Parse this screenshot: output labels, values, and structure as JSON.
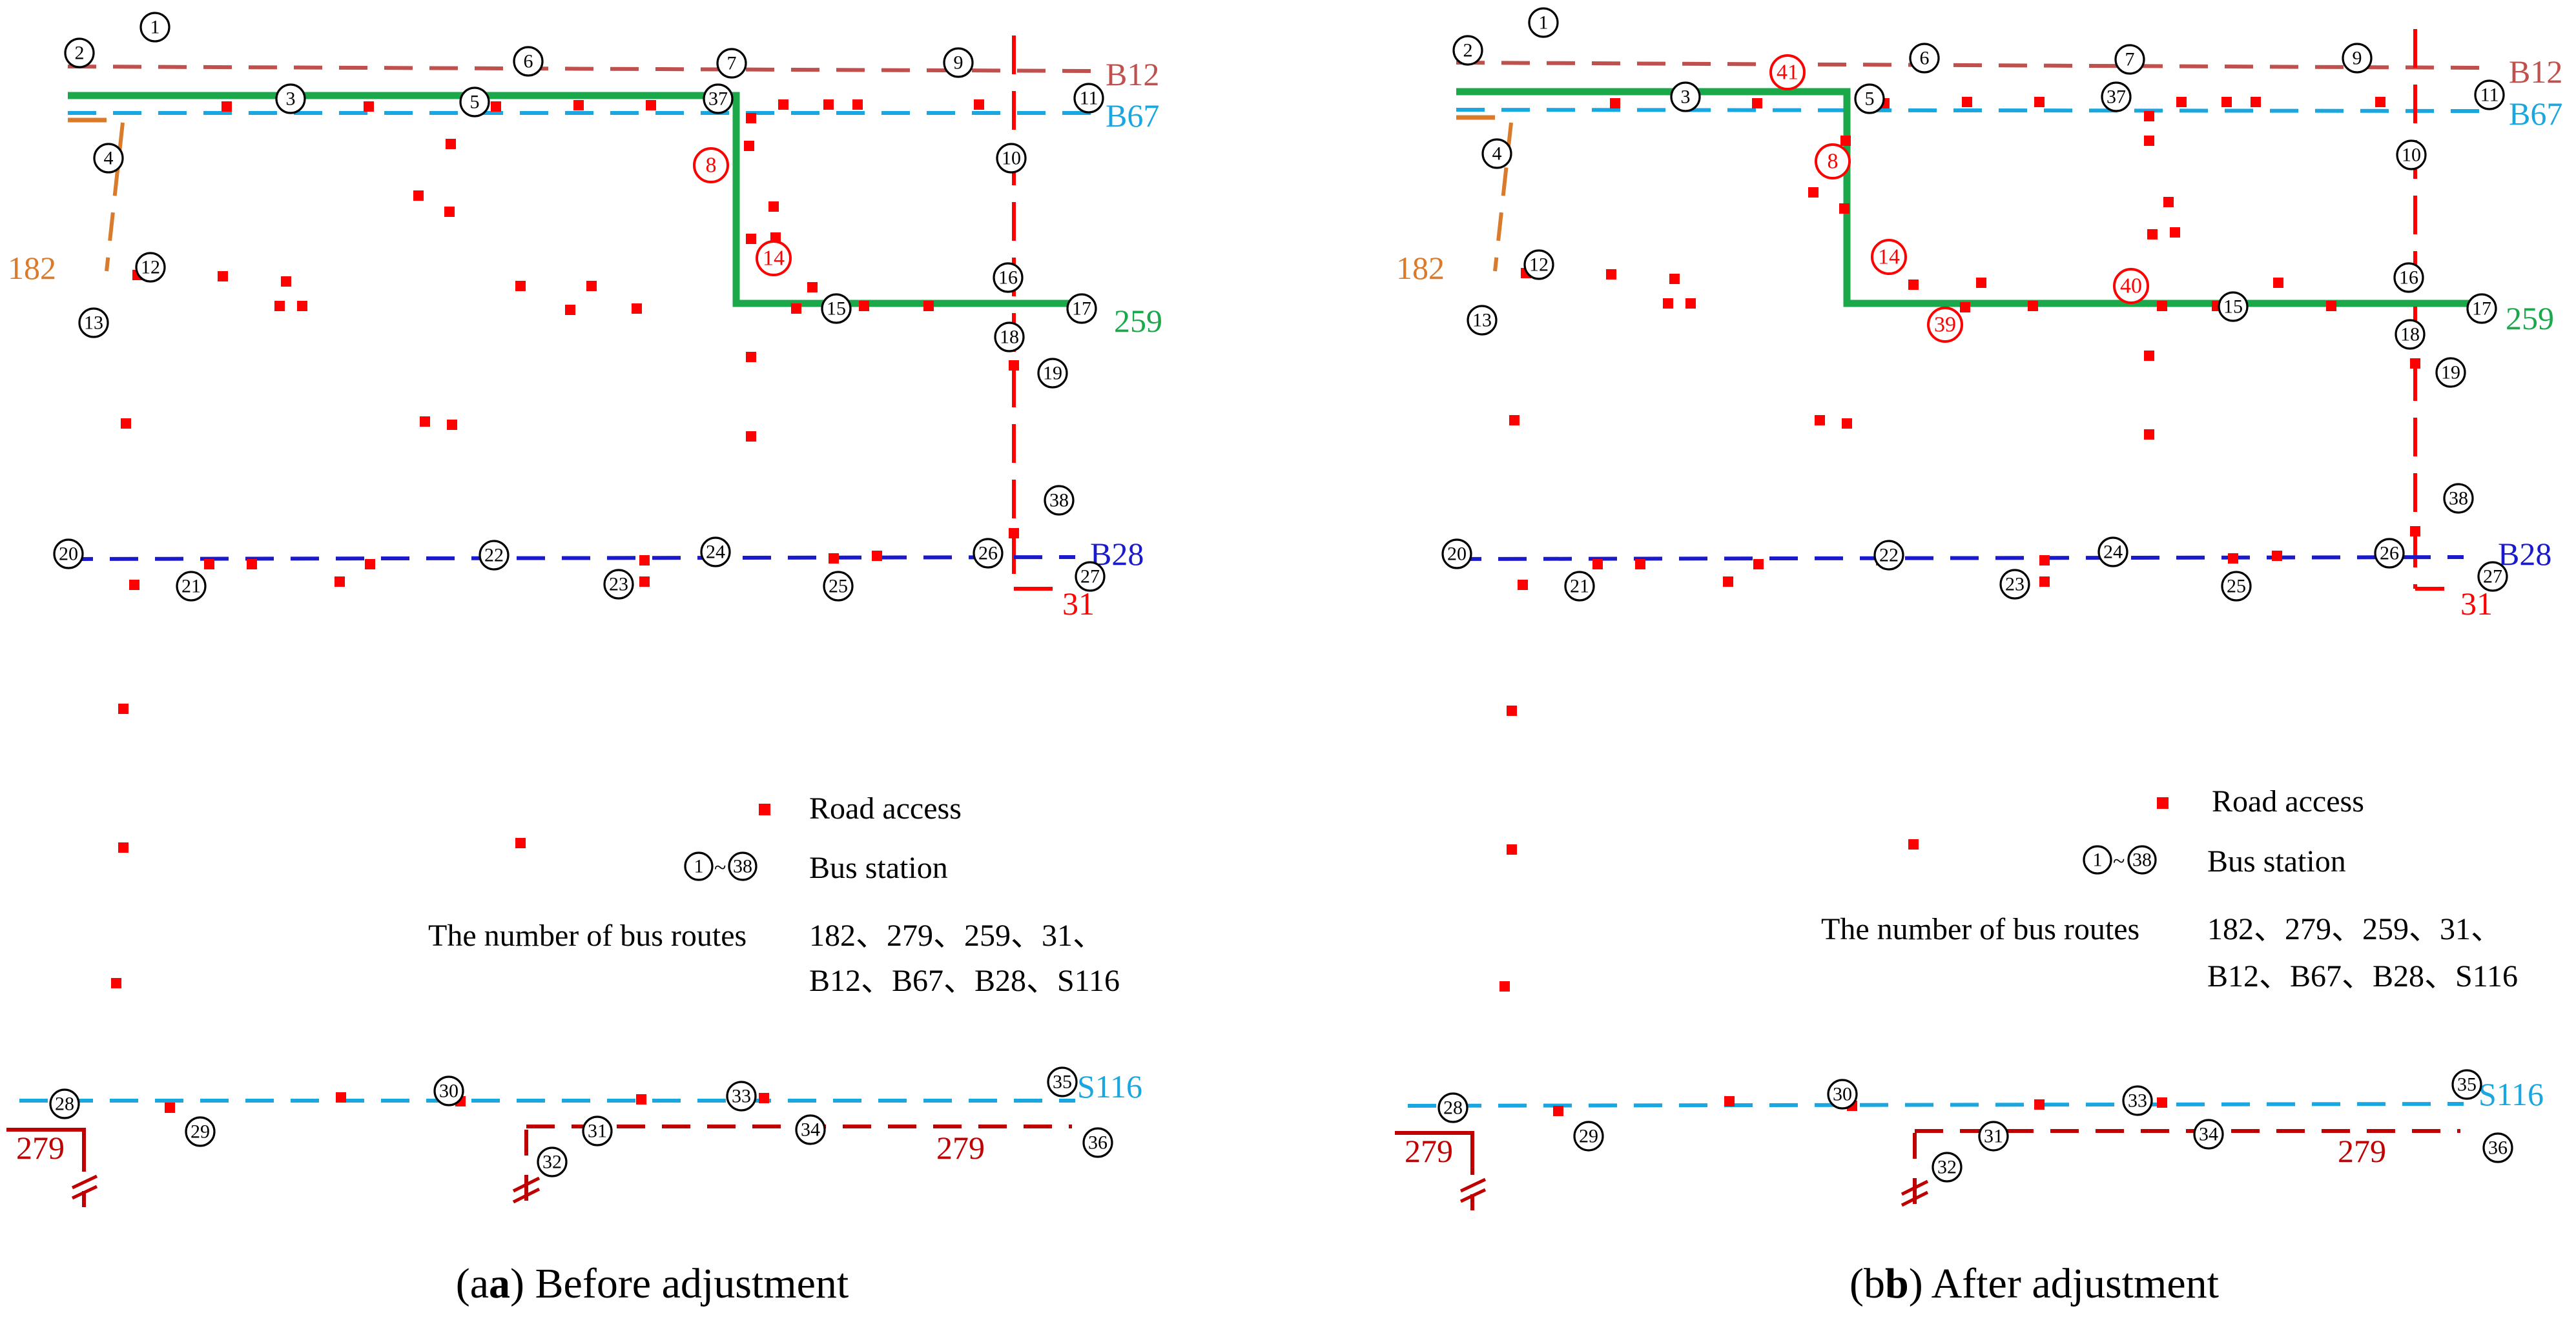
{
  "colors": {
    "B12": "#c0504d",
    "B67": "#1aa7e0",
    "route182": "#d97b2b",
    "route259": "#1aa84a",
    "B28": "#1a1acc",
    "route31": "#ff0000",
    "S116": "#1aa7e0",
    "route279": "#c00000",
    "road_access": "#ff0000",
    "station": "#000000",
    "highlight": "#ff0000"
  },
  "route_labels": {
    "B12": "B12",
    "B67": "B67",
    "r182": "182",
    "r259": "259",
    "B28": "B28",
    "r31": "31",
    "S116": "S116",
    "r279_left": "279",
    "r279_right": "279"
  },
  "stations_a": [
    "1",
    "2",
    "3",
    "4",
    "5",
    "6",
    "7",
    "9",
    "10",
    "11",
    "12",
    "13",
    "15",
    "16",
    "17",
    "18",
    "19",
    "20",
    "21",
    "22",
    "23",
    "24",
    "25",
    "26",
    "27",
    "28",
    "29",
    "30",
    "31",
    "32",
    "33",
    "34",
    "35",
    "36",
    "37",
    "38"
  ],
  "stations_a_highlight": [
    "8",
    "14"
  ],
  "stations_b": [
    "1",
    "2",
    "3",
    "4",
    "5",
    "6",
    "7",
    "9",
    "10",
    "11",
    "12",
    "13",
    "15",
    "16",
    "17",
    "18",
    "19",
    "20",
    "21",
    "22",
    "23",
    "24",
    "25",
    "26",
    "27",
    "28",
    "29",
    "30",
    "31",
    "32",
    "33",
    "34",
    "35",
    "36",
    "37",
    "38"
  ],
  "stations_b_highlight": [
    "8",
    "14",
    "39",
    "40",
    "41"
  ],
  "legend": {
    "road_access": "Road access",
    "station_range_start": "1",
    "station_range_sep": "~",
    "station_range_end": "38",
    "bus_station": "Bus station",
    "routes_label": "The number of bus routes",
    "routes_line1": "182、279、259、31、",
    "routes_line2": "B12、B67、B28、S116"
  },
  "captions": {
    "a_letter": "(a",
    "a_close": ")",
    "a_text": " Before adjustment",
    "b_letter": "(b",
    "b_close": ")",
    "b_text": " After adjustment"
  }
}
